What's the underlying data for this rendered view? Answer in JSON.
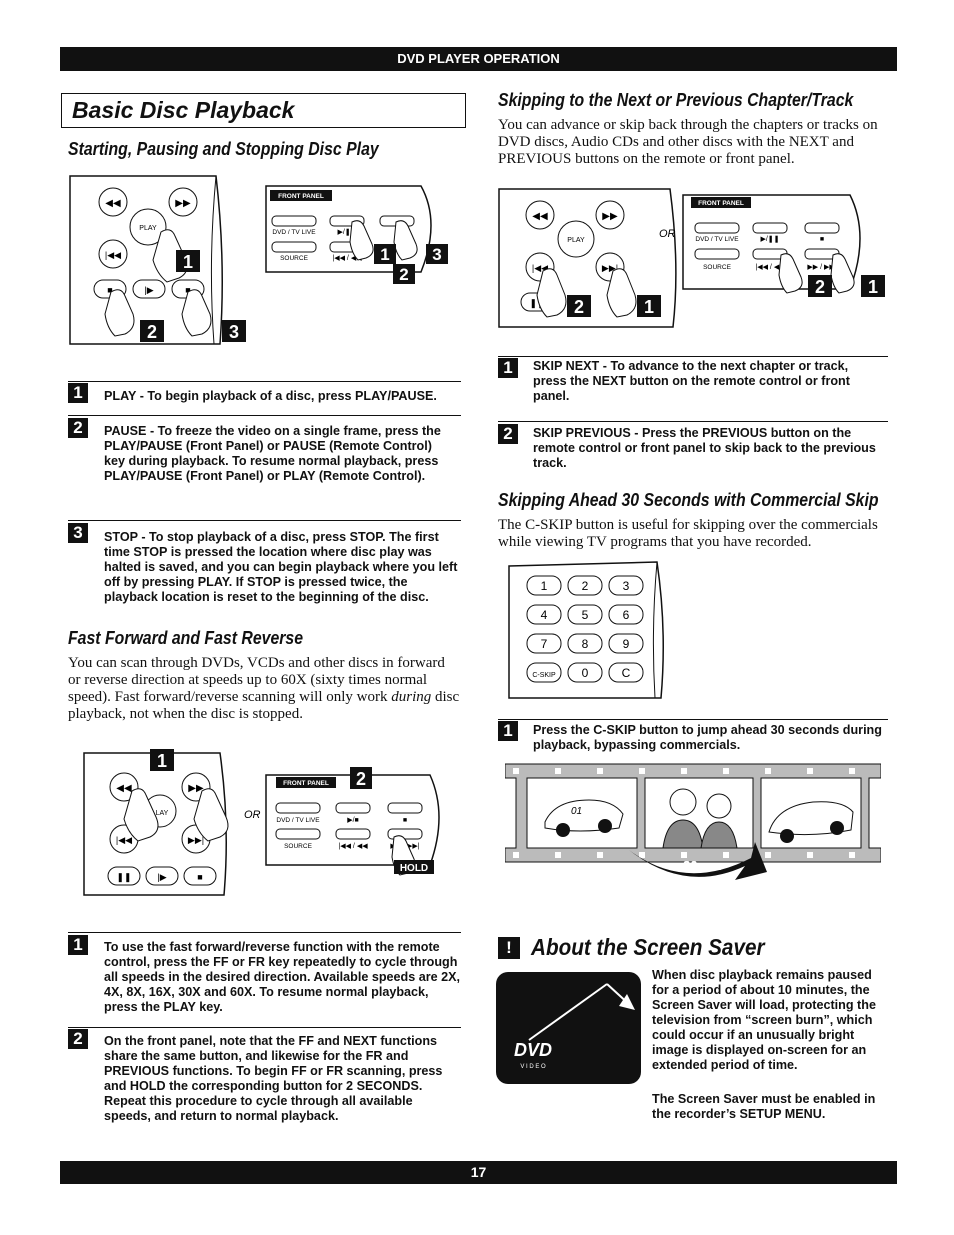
{
  "header": {
    "title": "DVD PLAYER OPERATION"
  },
  "footer": {
    "page_number": "17"
  },
  "left": {
    "main_title": "Basic Disc Playback",
    "section1": {
      "heading": "Starting, Pausing and Stopping Disc Play",
      "steps": [
        {
          "n": "1",
          "text": "PLAY - To begin playback of a disc, press PLAY/PAUSE."
        },
        {
          "n": "2",
          "text": "PAUSE - To freeze the video on a single frame, press the PLAY/PAUSE (Front Panel) or PAUSE (Remote Control) key during playback. To resume normal playback, press PLAY/PAUSE (Front Panel) or PLAY (Remote Control)."
        },
        {
          "n": "3",
          "text": "STOP - To stop playback of a disc, press STOP. The first time STOP is pressed the location where disc play was halted is saved, and you can begin playback where you left off by pressing PLAY. If STOP is pressed twice, the playback location is reset to the beginning of the disc."
        }
      ]
    },
    "section2": {
      "heading": "Fast Forward and Fast Reverse",
      "intro_a": "You can scan through DVDs, VCDs and other discs in forward or reverse direction at speeds up to 60X (sixty times normal speed). Fast forward/reverse scanning will only work ",
      "intro_em": "during",
      "intro_b": " disc playback, not when the disc is stopped.",
      "steps": [
        {
          "n": "1",
          "text": "To use the fast forward/reverse function with the remote control, press the FF or FR key repeatedly to cycle through all speeds in the desired direction. Available speeds are 2X, 4X, 8X, 16X, 30X and 60X. To resume normal playback, press the PLAY key."
        },
        {
          "n": "2",
          "text": "On the front panel, note that the FF and NEXT functions share the same button, and likewise for the FR and PREVIOUS functions. To begin FF or FR scanning, press and HOLD the corresponding button for 2 SECONDS. Repeat this procedure to cycle through all available speeds, and return to normal playback."
        }
      ]
    }
  },
  "right": {
    "section1": {
      "heading": "Skipping to the Next or Previous Chapter/Track",
      "intro": "You can advance or skip back through the chapters or tracks on DVD discs, Audio CDs and other discs with the NEXT and PREVIOUS buttons on the remote or front panel.",
      "steps": [
        {
          "n": "1",
          "text": "SKIP NEXT - To advance to the next chapter or track, press the NEXT button on the remote control or front panel."
        },
        {
          "n": "2",
          "text": "SKIP PREVIOUS - Press the PREVIOUS button on the remote control or front panel to skip back to the previous track."
        }
      ]
    },
    "section2": {
      "heading": "Skipping Ahead 30 Seconds with Commercial Skip",
      "intro": "The C-SKIP button is useful for skipping over the commercials while viewing TV programs that you have recorded.",
      "steps": [
        {
          "n": "1",
          "text": "Press the C-SKIP button to jump ahead 30 seconds during playback, bypassing commercials."
        }
      ],
      "keypad": [
        "1",
        "2",
        "3",
        "4",
        "5",
        "6",
        "7",
        "8",
        "9",
        "C-SKIP",
        "0",
        "C"
      ],
      "filmstrip_label": "30 sec"
    },
    "section3": {
      "badge": "!",
      "heading": "About the Screen Saver",
      "para1": "When disc playback remains paused for a period of about 10 minutes, the Screen Saver will load, protecting the television from “screen burn”, which could occur if an unusually bright image is displayed on-screen for an extended period of time.",
      "para2": "The Screen Saver must be enabled in the recorder’s SETUP MENU.",
      "logo_text": "DVD",
      "logo_sub": "V I D E O"
    }
  },
  "illustrations": {
    "panel_label": "FRONT PANEL",
    "dvd_tv_live": "DVD / TV LIVE",
    "source": "SOURCE",
    "play": "PLAY",
    "or": "OR",
    "hold": "HOLD",
    "callouts": [
      "1",
      "2",
      "3"
    ]
  }
}
